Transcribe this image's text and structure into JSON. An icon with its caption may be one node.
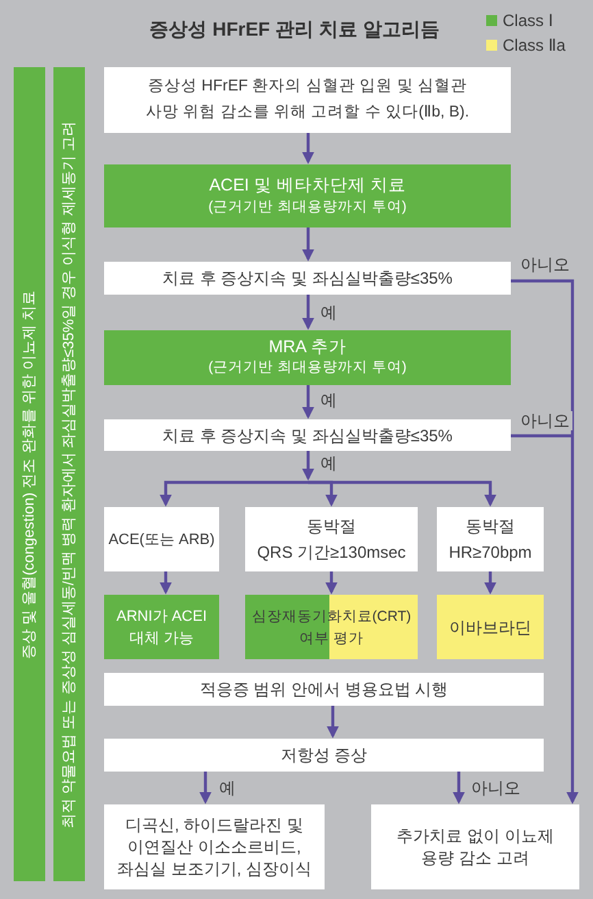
{
  "diagram": {
    "title": "증상성 HFrEF 관리 치료 알고리듬",
    "nodes": [
      {
        "text": [
          "증상 및 울혈(congestion) 전조 완화를 위한 이뇨제 치료"
        ]
      },
      {
        "text": [
          "최적 약물요법 또는 증상성 심실세동/빈맥 병력 환자에서 좌심실박출량≤35%일 경우 이식형 제세동기 고려"
        ]
      },
      {
        "text": [
          "증상성 HFrEF 환자의 심혈관 입원 및 심혈관 사망 위험 감소를 위해 고려할 수 있다(Ⅱb, B)."
        ]
      },
      {
        "text": [
          "ACEI 및 베타차단제 치료",
          "(근거기반 최대용량까지 투여)"
        ]
      },
      {
        "text": [
          "치료 후 증상지속 및 좌심실박출량≤35%"
        ]
      },
      {
        "text": [
          "MRA 추가",
          "(근거기반 최대용량까지 투여)"
        ]
      },
      {
        "text": [
          "치료 후 증상지속 및 좌심실박출량≤35%"
        ]
      },
      {
        "text": [
          "ACE(또는 ARB)"
        ]
      },
      {
        "text": [
          "동박절",
          "QRS 기간≥130msec"
        ]
      },
      {
        "text": [
          "동박절",
          "HR≥70bpm"
        ]
      },
      {
        "text": [
          "ARNI가 ACEI 대체 가능"
        ]
      },
      {
        "text": [
          "심장재동기화치료(CRT) 여부 평가"
        ]
      },
      {
        "text": [
          "이바브라딘"
        ]
      },
      {
        "text": [
          "적응증 범위 안에서 병용요법 시행"
        ]
      },
      {
        "text": [
          "저항성 증상"
        ]
      },
      {
        "text": [
          "디곡신, 하이드랄라진 및 이연질산 이소소르비드, 좌심실 보조기기, 심장이식"
        ]
      },
      {
        "text": [
          "추가치료 없이 이뇨제 용량 감소 고려"
        ]
      }
    ],
    "edges": [
      {
        "from": 2,
        "to": 3,
        "arrow": "to"
      },
      {
        "from": 3,
        "to": 4,
        "arrow": "to"
      },
      {
        "from": 4,
        "to": 5,
        "arrow": "to",
        "label": "예"
      },
      {
        "from": 5,
        "to": 6,
        "arrow": "to",
        "label": "예"
      },
      {
        "from": 6,
        "to": 7,
        "arrow": "to",
        "label": "예"
      },
      {
        "from": 6,
        "to": 8,
        "arrow": "to"
      },
      {
        "from": 6,
        "to": 9,
        "arrow": "to"
      },
      {
        "from": 7,
        "to": 10,
        "arrow": "to"
      },
      {
        "from": 8,
        "to": 11,
        "arrow": "to"
      },
      {
        "from": 9,
        "to": 12,
        "arrow": "to"
      },
      {
        "from": 13,
        "to": 14,
        "arrow": "to"
      },
      {
        "from": 14,
        "to": 15,
        "arrow": "to",
        "label": "예"
      },
      {
        "from": 14,
        "to": 16,
        "arrow": "to",
        "label": "아니오"
      },
      {
        "from": 4,
        "to": 16,
        "arrow": "to",
        "label": "아니오"
      },
      {
        "from": 6,
        "to": 16,
        "arrow": "to",
        "label": "아니오"
      }
    ],
    "legend": [
      {
        "text": "Class Ⅰ",
        "color": "#62b446"
      },
      {
        "text": "Class Ⅱa",
        "color": "#f9ef78"
      }
    ]
  }
}
